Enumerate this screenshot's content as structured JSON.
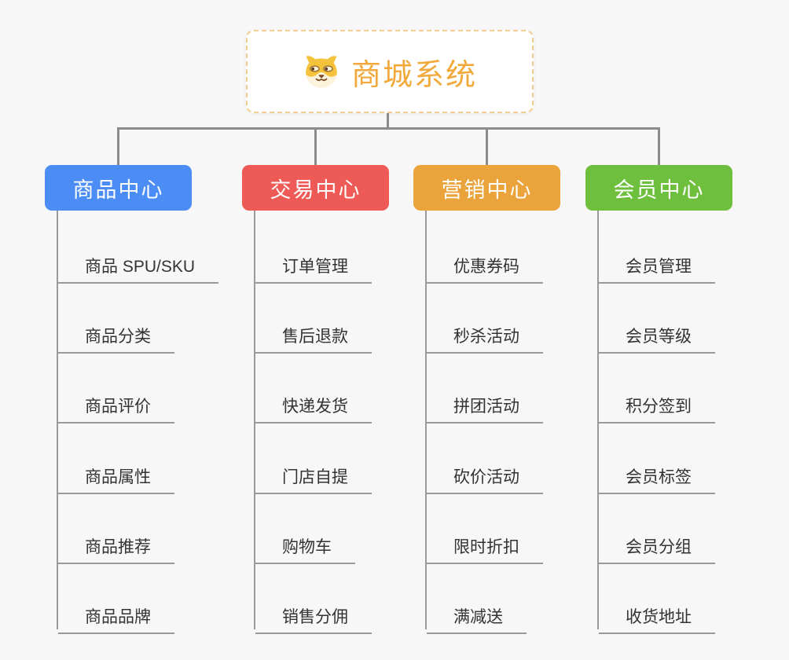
{
  "colors": {
    "bg": "#f7f7f7",
    "tree-line": "#8c8c8c",
    "leaf-line": "#9a9a9a",
    "leaf-text": "#333333",
    "root-accent": "#f2a93b",
    "root-border": "#f3cc8f"
  },
  "root": {
    "title": "商城系统",
    "icon": "dog-face-icon"
  },
  "branches": [
    {
      "label": "商品中心",
      "color": "#4b8df5",
      "children": [
        "商品 SPU/SKU",
        "商品分类",
        "商品评价",
        "商品属性",
        "商品推荐",
        "商品品牌"
      ]
    },
    {
      "label": "交易中心",
      "color": "#ee5a55",
      "children": [
        "订单管理",
        "售后退款",
        "快递发货",
        "门店自提",
        "购物车",
        "销售分佣"
      ]
    },
    {
      "label": "营销中心",
      "color": "#eba33b",
      "children": [
        "优惠券码",
        "秒杀活动",
        "拼团活动",
        "砍价活动",
        "限时折扣",
        "满减送"
      ]
    },
    {
      "label": "会员中心",
      "color": "#6fbf3e",
      "children": [
        "会员管理",
        "会员等级",
        "积分签到",
        "会员标签",
        "会员分组",
        "收货地址"
      ]
    }
  ]
}
